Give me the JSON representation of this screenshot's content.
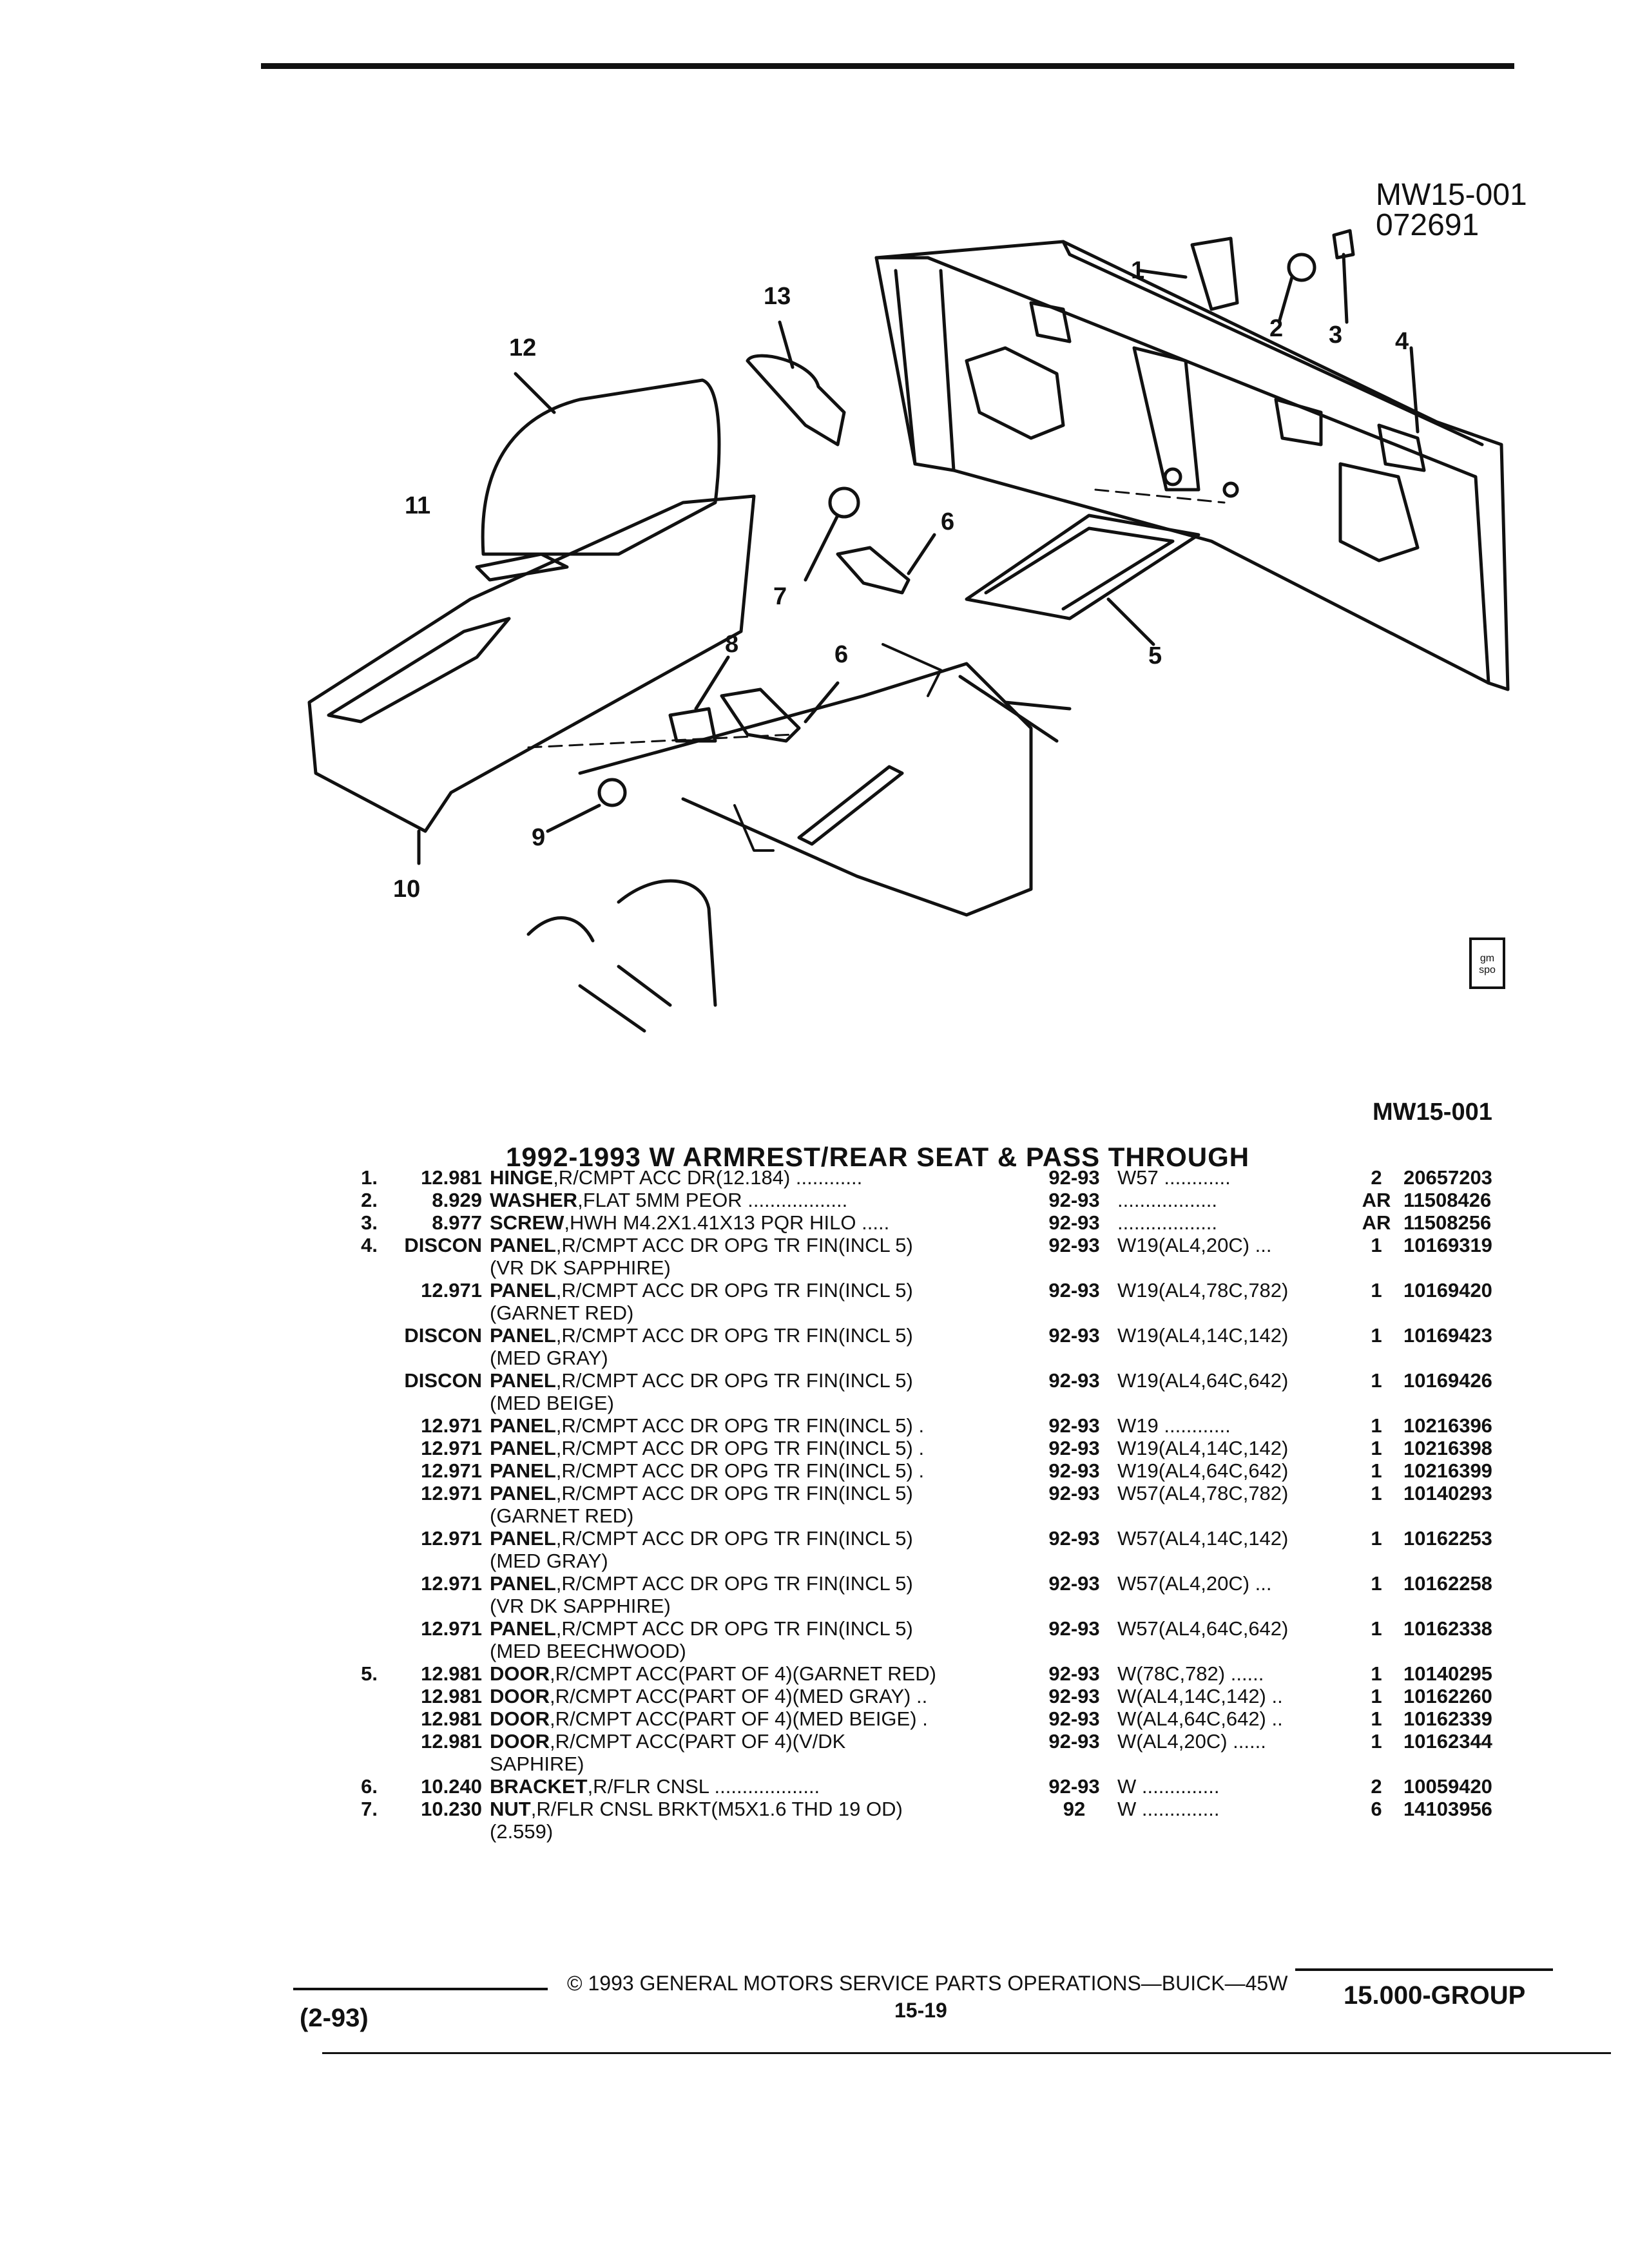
{
  "header": {
    "figure_code": "MW15-001",
    "figure_date": "072691"
  },
  "diagram": {
    "callouts": [
      "1",
      "2",
      "3",
      "4",
      "5",
      "6",
      "6",
      "7",
      "8",
      "9",
      "10",
      "11",
      "12",
      "13"
    ],
    "bottom_code": "MW15-001",
    "badge_text": "gm spo"
  },
  "section_title": "1992-1993 W ARMREST/REAR SEAT & PASS THROUGH",
  "parts": [
    {
      "idx": "1.",
      "cls": "12.981",
      "name": "HINGE",
      "desc": ",R/CMPT ACC DR(12.184)",
      "dots": "............",
      "years": "92-93",
      "series": "W57 ............",
      "qty": "2",
      "pn": "20657203"
    },
    {
      "idx": "2.",
      "cls": "8.929",
      "name": "WASHER",
      "desc": ",FLAT 5MM PEOR",
      "dots": "..................",
      "years": "92-93",
      "series": "..................",
      "qty": "AR",
      "pn": "11508426"
    },
    {
      "idx": "3.",
      "cls": "8.977",
      "name": "SCREW",
      "desc": ",HWH M4.2X1.41X13 PQR HILO",
      "dots": ".....",
      "years": "92-93",
      "series": "..................",
      "qty": "AR",
      "pn": "11508256"
    },
    {
      "idx": "4.",
      "cls": "DISCON",
      "name": "PANEL",
      "desc": ",R/CMPT ACC DR OPG TR FIN(INCL 5)",
      "dots": "",
      "years": "92-93",
      "series": "W19(AL4,20C) ...",
      "qty": "1",
      "pn": "10169319"
    },
    {
      "idx": "",
      "cls": "",
      "name": "",
      "desc": "(VR DK SAPPHIRE)",
      "dots": "",
      "years": "",
      "series": "",
      "qty": "",
      "pn": ""
    },
    {
      "idx": "",
      "cls": "12.971",
      "name": "PANEL",
      "desc": ",R/CMPT ACC DR OPG TR FIN(INCL 5)",
      "dots": "",
      "years": "92-93",
      "series": "W19(AL4,78C,782)",
      "qty": "1",
      "pn": "10169420"
    },
    {
      "idx": "",
      "cls": "",
      "name": "",
      "desc": "(GARNET RED)",
      "dots": "",
      "years": "",
      "series": "",
      "qty": "",
      "pn": ""
    },
    {
      "idx": "",
      "cls": "DISCON",
      "name": "PANEL",
      "desc": ",R/CMPT ACC DR OPG TR FIN(INCL 5)",
      "dots": "",
      "years": "92-93",
      "series": "W19(AL4,14C,142)",
      "qty": "1",
      "pn": "10169423"
    },
    {
      "idx": "",
      "cls": "",
      "name": "",
      "desc": "(MED GRAY)",
      "dots": "",
      "years": "",
      "series": "",
      "qty": "",
      "pn": ""
    },
    {
      "idx": "",
      "cls": "DISCON",
      "name": "PANEL",
      "desc": ",R/CMPT ACC DR OPG TR FIN(INCL 5)",
      "dots": "",
      "years": "92-93",
      "series": "W19(AL4,64C,642)",
      "qty": "1",
      "pn": "10169426"
    },
    {
      "idx": "",
      "cls": "",
      "name": "",
      "desc": "(MED BEIGE)",
      "dots": "",
      "years": "",
      "series": "",
      "qty": "",
      "pn": ""
    },
    {
      "idx": "",
      "cls": "12.971",
      "name": "PANEL",
      "desc": ",R/CMPT ACC DR OPG TR FIN(INCL 5)",
      "dots": ".",
      "years": "92-93",
      "series": "W19 ............",
      "qty": "1",
      "pn": "10216396"
    },
    {
      "idx": "",
      "cls": "12.971",
      "name": "PANEL",
      "desc": ",R/CMPT ACC DR OPG TR FIN(INCL 5)",
      "dots": ".",
      "years": "92-93",
      "series": "W19(AL4,14C,142)",
      "qty": "1",
      "pn": "10216398"
    },
    {
      "idx": "",
      "cls": "12.971",
      "name": "PANEL",
      "desc": ",R/CMPT ACC DR OPG TR FIN(INCL 5)",
      "dots": ".",
      "years": "92-93",
      "series": "W19(AL4,64C,642)",
      "qty": "1",
      "pn": "10216399"
    },
    {
      "idx": "",
      "cls": "12.971",
      "name": "PANEL",
      "desc": ",R/CMPT ACC DR OPG TR FIN(INCL 5)",
      "dots": "",
      "years": "92-93",
      "series": "W57(AL4,78C,782)",
      "qty": "1",
      "pn": "10140293"
    },
    {
      "idx": "",
      "cls": "",
      "name": "",
      "desc": "(GARNET RED)",
      "dots": "",
      "years": "",
      "series": "",
      "qty": "",
      "pn": ""
    },
    {
      "idx": "",
      "cls": "12.971",
      "name": "PANEL",
      "desc": ",R/CMPT ACC DR OPG TR FIN(INCL 5)",
      "dots": "",
      "years": "92-93",
      "series": "W57(AL4,14C,142)",
      "qty": "1",
      "pn": "10162253"
    },
    {
      "idx": "",
      "cls": "",
      "name": "",
      "desc": "(MED GRAY)",
      "dots": "",
      "years": "",
      "series": "",
      "qty": "",
      "pn": ""
    },
    {
      "idx": "",
      "cls": "12.971",
      "name": "PANEL",
      "desc": ",R/CMPT ACC DR OPG TR FIN(INCL 5)",
      "dots": "",
      "years": "92-93",
      "series": "W57(AL4,20C) ...",
      "qty": "1",
      "pn": "10162258"
    },
    {
      "idx": "",
      "cls": "",
      "name": "",
      "desc": "(VR DK SAPPHIRE)",
      "dots": "",
      "years": "",
      "series": "",
      "qty": "",
      "pn": ""
    },
    {
      "idx": "",
      "cls": "12.971",
      "name": "PANEL",
      "desc": ",R/CMPT ACC DR OPG TR FIN(INCL 5)",
      "dots": "",
      "years": "92-93",
      "series": "W57(AL4,64C,642)",
      "qty": "1",
      "pn": "10162338"
    },
    {
      "idx": "",
      "cls": "",
      "name": "",
      "desc": "(MED BEECHWOOD)",
      "dots": "",
      "years": "",
      "series": "",
      "qty": "",
      "pn": ""
    },
    {
      "idx": "5.",
      "cls": "12.981",
      "name": "DOOR",
      "desc": ",R/CMPT ACC(PART OF 4)(GARNET RED)",
      "dots": "",
      "years": "92-93",
      "series": "W(78C,782) ......",
      "qty": "1",
      "pn": "10140295"
    },
    {
      "idx": "",
      "cls": "12.981",
      "name": "DOOR",
      "desc": ",R/CMPT ACC(PART OF 4)(MED GRAY)",
      "dots": "..",
      "years": "92-93",
      "series": "W(AL4,14C,142) ..",
      "qty": "1",
      "pn": "10162260"
    },
    {
      "idx": "",
      "cls": "12.981",
      "name": "DOOR",
      "desc": ",R/CMPT ACC(PART OF 4)(MED BEIGE)",
      "dots": ".",
      "years": "92-93",
      "series": "W(AL4,64C,642) ..",
      "qty": "1",
      "pn": "10162339"
    },
    {
      "idx": "",
      "cls": "12.981",
      "name": "DOOR",
      "desc": ",R/CMPT ACC(PART OF 4)(V/DK",
      "dots": "",
      "years": "92-93",
      "series": "W(AL4,20C) ......",
      "qty": "1",
      "pn": "10162344"
    },
    {
      "idx": "",
      "cls": "",
      "name": "",
      "desc": "SAPHIRE)",
      "dots": "",
      "years": "",
      "series": "",
      "qty": "",
      "pn": ""
    },
    {
      "idx": "6.",
      "cls": "10.240",
      "name": "BRACKET",
      "desc": ",R/FLR CNSL",
      "dots": "...................",
      "years": "92-93",
      "series": "W ..............",
      "qty": "2",
      "pn": "10059420"
    },
    {
      "idx": "7.",
      "cls": "10.230",
      "name": "NUT",
      "desc": ",R/FLR CNSL BRKT(M5X1.6 THD 19 OD)",
      "dots": "",
      "years": "92",
      "series": "W ..............",
      "qty": "6",
      "pn": "14103956"
    },
    {
      "idx": "",
      "cls": "",
      "name": "",
      "desc": "(2.559)",
      "dots": "",
      "years": "",
      "series": "",
      "qty": "",
      "pn": ""
    }
  ],
  "footer": {
    "copyright": "© 1993 GENERAL MOTORS SERVICE PARTS OPERATIONS—BUICK—45W",
    "page": "15-19",
    "date": "(2-93)",
    "group": "15.000-GROUP"
  }
}
